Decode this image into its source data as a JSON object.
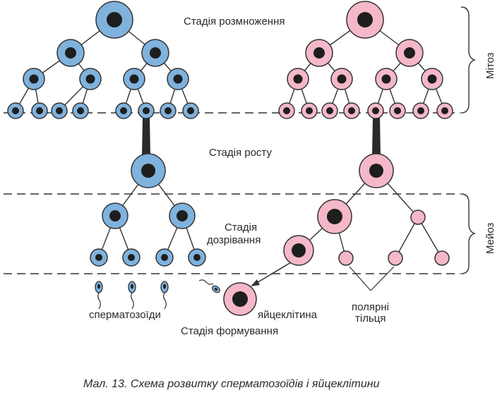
{
  "labels": {
    "reproduction_stage": "Стадія розмноження",
    "growth_stage": "Стадія росту",
    "maturation_stage_line1": "Стадія",
    "maturation_stage_line2": "дозрівання",
    "formation_stage": "Стадія формування",
    "spermatozoa": "сперматозоїди",
    "egg_cell": "яйцеклітина",
    "polar_bodies_line1": "полярні",
    "polar_bodies_line2": "тільця",
    "mitosis": "Мітоз",
    "meiosis": "Мейоз"
  },
  "caption": "Мал. 13. Схема розвитку сперматозоїдів і яйцеклітини",
  "colors": {
    "male_cell": "#7fb2dd",
    "female_cell": "#f4b8c8",
    "nucleus": "#1e1e1e",
    "line": "#333333"
  }
}
